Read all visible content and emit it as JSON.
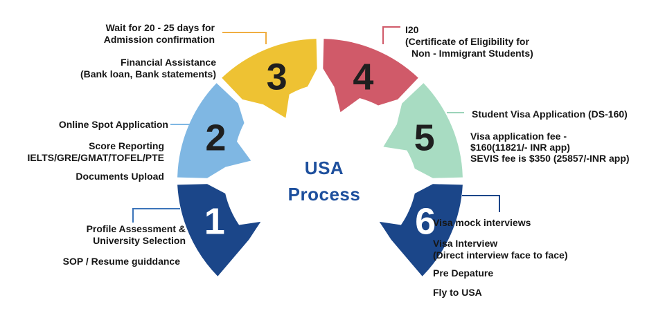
{
  "title": {
    "line1": "USA",
    "line2": "Process"
  },
  "segments": [
    {
      "number": "1",
      "color": "#1b4689",
      "number_color": "#ffffff"
    },
    {
      "number": "2",
      "color": "#7fb7e3",
      "number_color": "#1f1f1f"
    },
    {
      "number": "3",
      "color": "#eec233",
      "number_color": "#1f1f1f"
    },
    {
      "number": "4",
      "color": "#d05a69",
      "number_color": "#1f1f1f"
    },
    {
      "number": "5",
      "color": "#a8dcc2",
      "number_color": "#1f1f1f"
    },
    {
      "number": "6",
      "color": "#1b4689",
      "number_color": "#ffffff"
    }
  ],
  "connectors": [
    {
      "step": "1",
      "color": "#3b74b9"
    },
    {
      "step": "2",
      "color": "#7fb7e3"
    },
    {
      "step": "3",
      "color": "#f0ae42"
    },
    {
      "step": "4",
      "color": "#d05a69"
    },
    {
      "step": "5",
      "color": "#9bd3b9"
    },
    {
      "step": "6",
      "color": "#1b4689"
    }
  ],
  "annotations": {
    "left": [
      {
        "lines": [
          "Wait for 20 - 25 days for",
          "Admission confirmation"
        ]
      },
      {
        "lines": [
          "Financial Assistance",
          "(Bank loan, Bank statements)"
        ]
      },
      {
        "lines": [
          "Online Spot Application"
        ]
      },
      {
        "lines": [
          "Score Reporting",
          "IELTS/GRE/GMAT/TOFEL/PTE"
        ]
      },
      {
        "lines": [
          "Documents Upload"
        ]
      },
      {
        "lines": [
          "Profile Assessment &",
          "University Selection"
        ]
      },
      {
        "lines": [
          "SOP / Resume guiddance"
        ]
      }
    ],
    "right": [
      {
        "lines": [
          "I20",
          "(Certificate of Eligibility for",
          "Non - Immigrant Students)"
        ]
      },
      {
        "lines": [
          "Student Visa Application (DS-160)"
        ]
      },
      {
        "lines": [
          "Visa application fee -",
          "$160(11821/- INR app)",
          "SEVIS fee is $350 (25857/-INR app)"
        ]
      },
      {
        "lines": [
          "Visa mock interviews"
        ]
      },
      {
        "lines": [
          "Visa Interview",
          "(Direct interview face to face)"
        ]
      },
      {
        "lines": [
          "Pre Depature"
        ]
      },
      {
        "lines": [
          "Fly to USA"
        ]
      }
    ]
  }
}
